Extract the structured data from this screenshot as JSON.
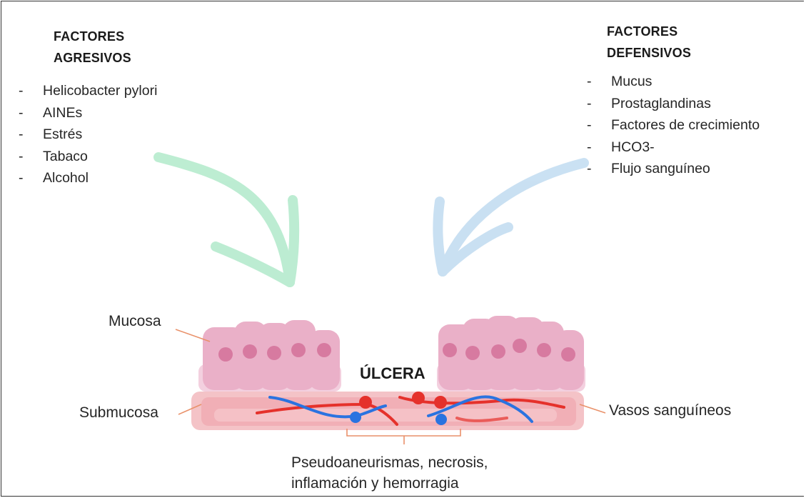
{
  "aggressive": {
    "heading_line1": "FACTORES",
    "heading_line2": "AGRESIVOS",
    "items": [
      "Helicobacter pylori",
      "AINEs",
      "Estrés",
      "Tabaco",
      "Alcohol"
    ]
  },
  "defensive": {
    "heading_line1": "FACTORES",
    "heading_line2": "DEFENSIVOS",
    "items": [
      "Mucus",
      "Prostaglandinas",
      "Factores de crecimiento",
      "HCO3-",
      "Flujo sanguíneo"
    ]
  },
  "bullet_symbol": "-",
  "labels": {
    "mucosa": "Mucosa",
    "submucosa": "Submucosa",
    "ulcer": "ÚLCERA",
    "vessels": "Vasos sanguíneos"
  },
  "caption": {
    "line1": "Pseudoaneurismas, necrosis,",
    "line2": "inflamación y hemorragia"
  },
  "colors": {
    "aggressive_arrow": "#b9ecd0",
    "defensive_arrow": "#c7dff2",
    "mucosa_cell": "#e7a3bf",
    "submucosa": "#f2b5bb",
    "artery": "#e5312b",
    "vein": "#2a73e0",
    "leader_line": "#e9916a"
  }
}
